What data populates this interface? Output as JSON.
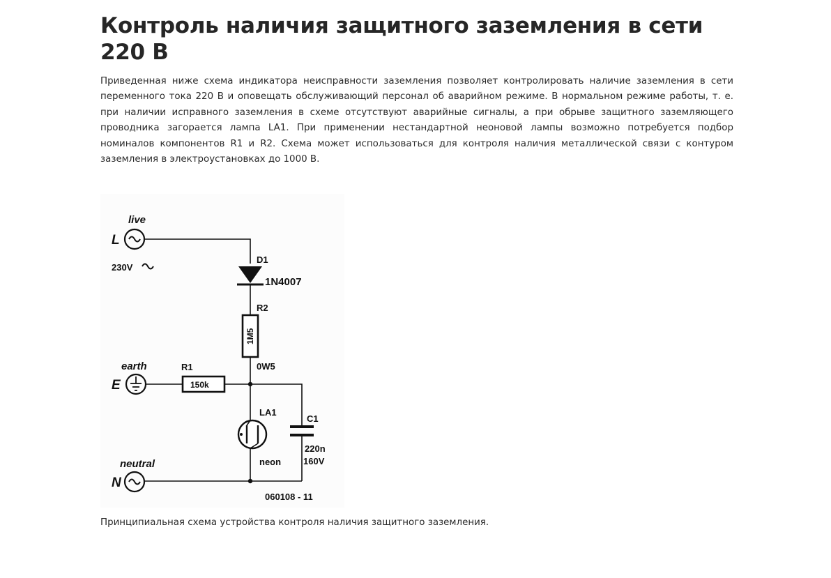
{
  "article": {
    "title": "Контроль наличия защитного заземления в сети 220 В",
    "intro": "Приведенная ниже схема индикатора неисправности заземления позволяет контролировать наличие заземления в сети переменного тока 220 В и оповещать обслуживающий персонал об аварийном режиме. В нормальном режиме работы, т. е. при наличии исправного заземления в схеме отсутствуют аварийные сигналы, а при обрыве защитного заземляющего проводника загорается лампа LA1. При применении нестандартной неоновой лампы возможно потребуется подбор номиналов компонентов R1 и R2. Схема может использоваться для контроля наличия металлической связи с контуром заземления в электроустановках до 1000 В.",
    "caption": "Принципиальная схема устройства контроля наличия защитного заземления."
  },
  "schematic": {
    "live_label": "live",
    "L_label": "L",
    "voltage_label": "230V",
    "D1_label": "D1",
    "D1_part": "1N4007",
    "R2_label": "R2",
    "R2_value": "1M5",
    "R2_power": "0W5",
    "earth_label": "earth",
    "E_label": "E",
    "R1_label": "R1",
    "R1_value": "150k",
    "LA1_label": "LA1",
    "neon_label": "neon",
    "C1_label": "C1",
    "C1_value": "220n",
    "C1_voltage": "160V",
    "neutral_label": "neutral",
    "N_label": "N",
    "figure_code": "060108 - 11"
  }
}
